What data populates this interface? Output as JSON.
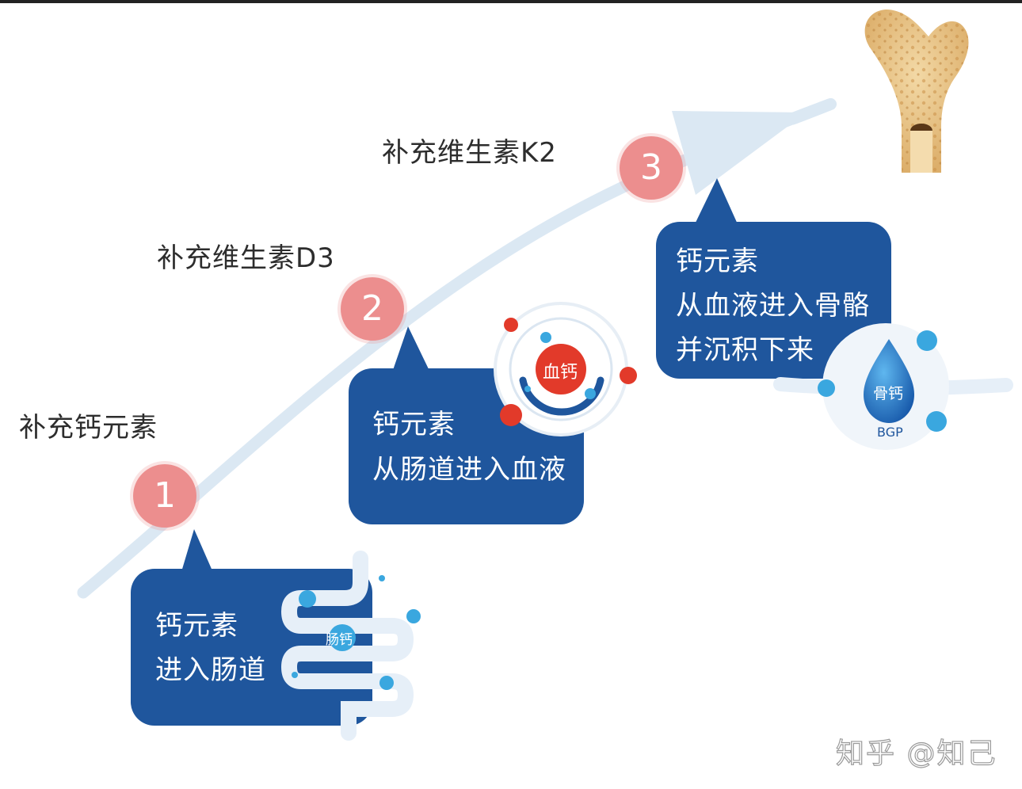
{
  "steps": [
    {
      "number": "1",
      "label": "补充钙元素",
      "bubble_lines": [
        "钙元素",
        "进入肠道"
      ],
      "icon_label": "肠钙"
    },
    {
      "number": "2",
      "label": "补充维生素D3",
      "bubble_lines": [
        "钙元素",
        "从肠道进入血液"
      ],
      "icon_label": "血钙"
    },
    {
      "number": "3",
      "label": "补充维生素K2",
      "bubble_lines": [
        "钙元素",
        "从血液进入骨骼",
        "并沉积下来"
      ],
      "icon_label": "骨钙",
      "icon_sub_label": "BGP"
    }
  ],
  "watermark": "知乎 @知己",
  "colors": {
    "bubble": "#1f569d",
    "step_circle": "#ec8e8e",
    "arrow": "#dbe8f3",
    "calcium_dot": "#e23a2a",
    "accent_dot": "#3aa7df"
  },
  "icons": [
    "intestine-icon",
    "blood-calcium-icon",
    "bone-drop-icon",
    "femur-bone-icon"
  ]
}
